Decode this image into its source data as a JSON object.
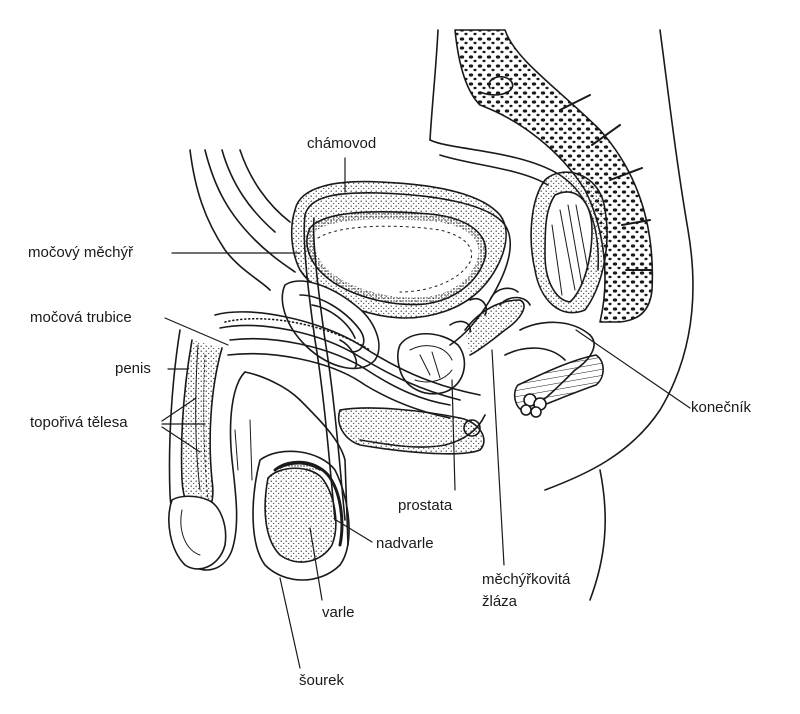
{
  "labels": {
    "chamovod": "chámovod",
    "mocovy_mechyr": "močový měchýř",
    "mocova_trubice": "močová trubice",
    "penis": "penis",
    "toporiva_telesa": "topořivá tělesa",
    "konecnik": "konečník",
    "prostata": "prostata",
    "nadvarle": "nadvarle",
    "mechyrkovita_zlaza_line1": "měchýřkovitá",
    "mechyrkovita_zlaza_line2": "žláza",
    "varle": "varle",
    "sourek": "šourek"
  },
  "colors": {
    "ink": "#1a1a1a",
    "paper": "#ffffff",
    "stipple": "#3a3a3a"
  }
}
